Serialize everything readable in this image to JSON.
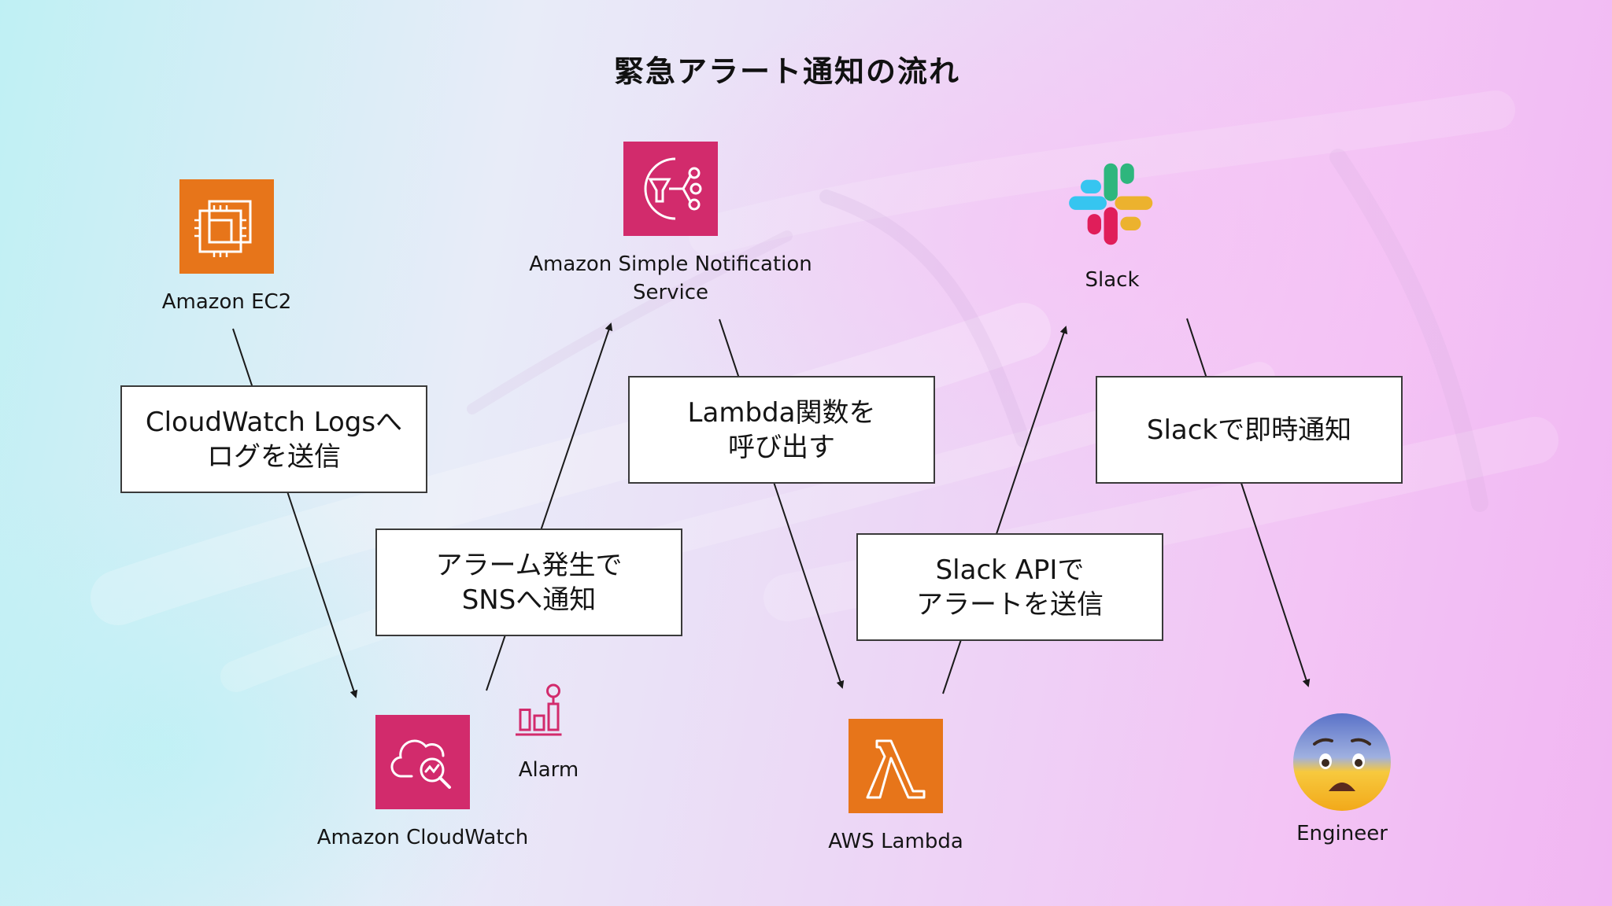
{
  "title": "緊急アラート通知の流れ",
  "colors": {
    "compute_orange": "#E7751A",
    "app_integration_pink": "#D22B6C",
    "arrow": "#1a1a1a",
    "box_border": "#3a3a3a"
  },
  "nodes": {
    "ec2": {
      "label": "Amazon EC2",
      "icon": "ec2-chip-icon"
    },
    "sns": {
      "label_line1": "Amazon Simple Notification",
      "label_line2": "Service",
      "icon": "sns-topic-icon"
    },
    "slack": {
      "label": "Slack",
      "icon": "slack-logo-icon"
    },
    "cloudwatch": {
      "label": "Amazon CloudWatch",
      "icon": "cloudwatch-icon"
    },
    "alarm": {
      "label": "Alarm",
      "icon": "alarm-chart-icon"
    },
    "lambda": {
      "label": "AWS Lambda",
      "icon": "lambda-icon"
    },
    "engineer": {
      "label": "Engineer",
      "icon": "fearful-face-emoji-icon"
    }
  },
  "steps": {
    "logs": {
      "line1": "CloudWatch Logsへ",
      "line2": "ログを送信"
    },
    "alarm_sns": {
      "line1": "アラーム発生で",
      "line2": "SNSへ通知"
    },
    "invoke_lambda": {
      "line1": "Lambda関数を",
      "line2": "呼び出す"
    },
    "slack_api": {
      "line1": "Slack APIで",
      "line2": "アラートを送信"
    },
    "slack_notify": {
      "line1": "Slackで即時通知"
    }
  }
}
